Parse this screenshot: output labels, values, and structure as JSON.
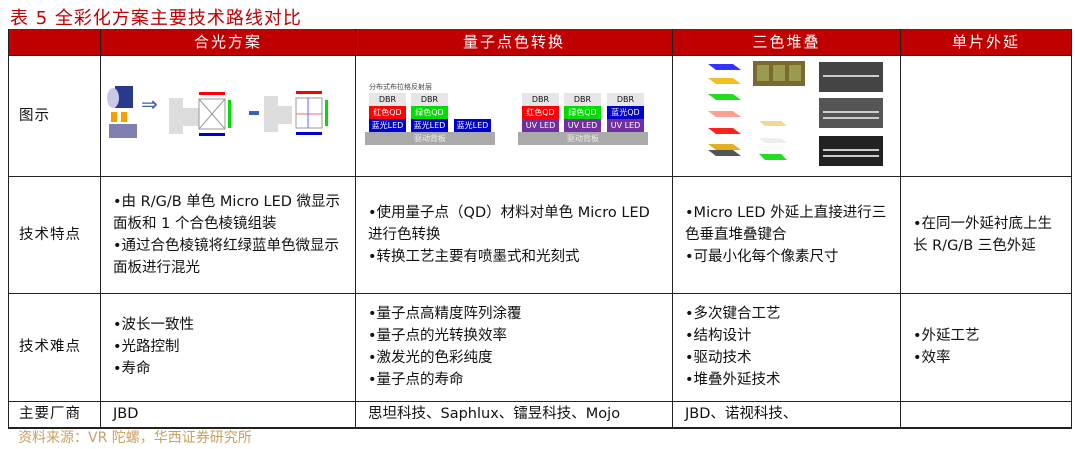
{
  "title": "表 5  全彩化方案主要技术路线对比",
  "headers": [
    "",
    "合光方案",
    "量子点色转换",
    "三色堆叠",
    "单片外延"
  ],
  "rows": {
    "image": {
      "label": "图示"
    },
    "features": {
      "label": "技术特点",
      "cells": [
        [
          "•由 R/G/B 单色 Micro LED 微显示面板和 1 个合色棱镜组装",
          "•通过合色棱镜将红绿蓝单色微显示面板进行混光"
        ],
        [
          "•使用量子点（QD）材料对单色 Micro LED 进行色转换",
          "•转换工艺主要有喷墨式和光刻式"
        ],
        [
          "•Micro LED 外延上直接进行三色垂直堆叠键合",
          "•可最小化每个像素尺寸"
        ],
        [
          "•在同一外延衬底上生长 R/G/B 三色外延"
        ]
      ]
    },
    "difficulties": {
      "label": "技术难点",
      "cells": [
        [
          "•波长一致性",
          "•光路控制",
          "•寿命"
        ],
        [
          "•量子点高精度阵列涂覆",
          "•量子点的光转换效率",
          "•激发光的色彩纯度",
          "•量子点的寿命"
        ],
        [
          "•多次键合工艺",
          "•结构设计",
          "•驱动技术",
          "•堆叠外延技术"
        ],
        [
          "•外延工艺",
          "•效率"
        ]
      ]
    },
    "vendors": {
      "label": "主要厂商",
      "cells": [
        "JBD",
        "思坦科技、Saphlux、镭昱科技、Mojo",
        "JBD、诺视科技、",
        ""
      ]
    }
  },
  "qd_diagram": {
    "caption": "分布式布拉格反射层",
    "dbr": "DBR",
    "red_qd": "红色QD",
    "green_qd": "绿色QD",
    "blue_qd": "蓝光QD",
    "blue_led": "蓝光LED",
    "uv_led": "UV LED",
    "backplane": "驱动背板"
  },
  "source": "资料来源：VR 陀螺，华西证券研究所",
  "colors": {
    "header": "#c00000",
    "source": "#c8a060"
  }
}
